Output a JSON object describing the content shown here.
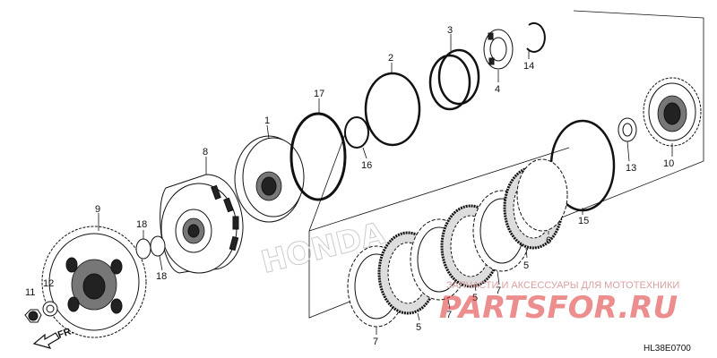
{
  "diagram": {
    "code": "HL38E0700",
    "watermark_top": "ЗАПЧАСТИ И АКСЕССУАРЫ ДЛЯ МОТОТЕХНИКИ",
    "watermark_brand": "PARTSFOR.RU",
    "direction_label": "FR.",
    "brand_ghost": "HONDA",
    "callouts": [
      {
        "id": "c1",
        "label": "1"
      },
      {
        "id": "c2",
        "label": "2"
      },
      {
        "id": "c3",
        "label": "3"
      },
      {
        "id": "c4",
        "label": "4"
      },
      {
        "id": "c5a",
        "label": "5"
      },
      {
        "id": "c5b",
        "label": "5"
      },
      {
        "id": "c5c",
        "label": "5"
      },
      {
        "id": "c6",
        "label": "6"
      },
      {
        "id": "c7a",
        "label": "7"
      },
      {
        "id": "c7b",
        "label": "7"
      },
      {
        "id": "c7c",
        "label": "7"
      },
      {
        "id": "c8",
        "label": "8"
      },
      {
        "id": "c9",
        "label": "9"
      },
      {
        "id": "c10",
        "label": "10"
      },
      {
        "id": "c11",
        "label": "11"
      },
      {
        "id": "c12",
        "label": "12"
      },
      {
        "id": "c13",
        "label": "13"
      },
      {
        "id": "c14",
        "label": "14"
      },
      {
        "id": "c15",
        "label": "15"
      },
      {
        "id": "c16",
        "label": "16"
      },
      {
        "id": "c17",
        "label": "17"
      },
      {
        "id": "c18a",
        "label": "18"
      },
      {
        "id": "c18b",
        "label": "18"
      }
    ]
  }
}
